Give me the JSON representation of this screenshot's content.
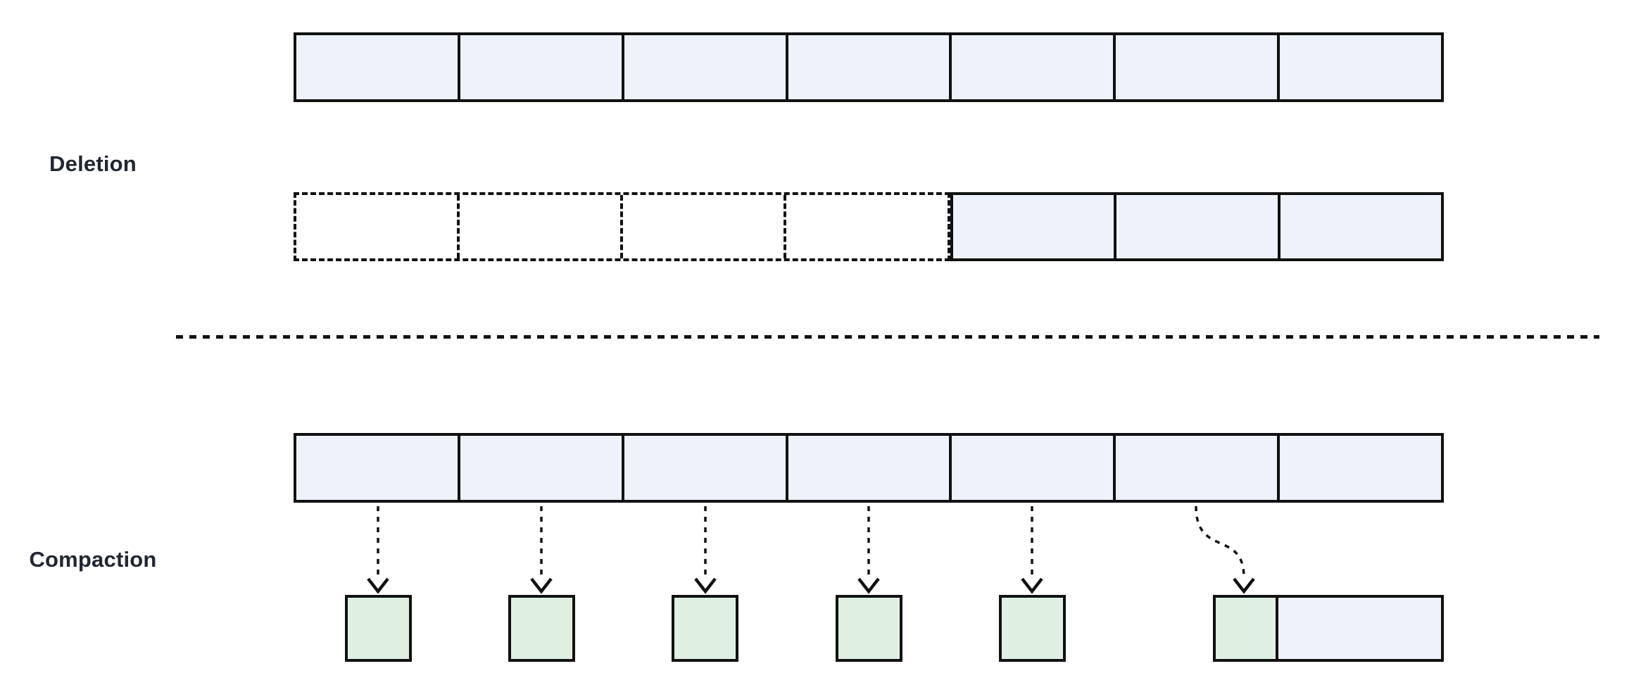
{
  "diagram": {
    "type": "segment-compaction-diagram",
    "background": "#ffffff"
  },
  "labels": {
    "deletion": "Deletion",
    "compaction": "Compaction"
  },
  "colors": {
    "segment_fill": "#edf2fb",
    "deleted_fill": "#ffffff",
    "compacted_fill": "#dff0e3",
    "border": "#111111",
    "label_text": "#212633"
  },
  "deletion_section": {
    "top_row": {
      "total_cells": 7,
      "filled_cells": 7
    },
    "bottom_row": {
      "total_cells": 7,
      "deleted_dashed_cells": 4,
      "remaining_filled_cells": 3
    }
  },
  "divider": {
    "style": "dashed-horizontal-line"
  },
  "compaction_section": {
    "source_row": {
      "total_cells": 7,
      "filled_cells": 7
    },
    "arrows": {
      "straight_dashed_arrows": 5,
      "curved_dashed_arrows": 1
    },
    "compacted_blocks": 6,
    "leftover_segment_cells": 1
  },
  "icons": {
    "straight_arrow": "dashed-arrow-down-icon",
    "curved_arrow": "curved-dashed-arrow-icon"
  }
}
